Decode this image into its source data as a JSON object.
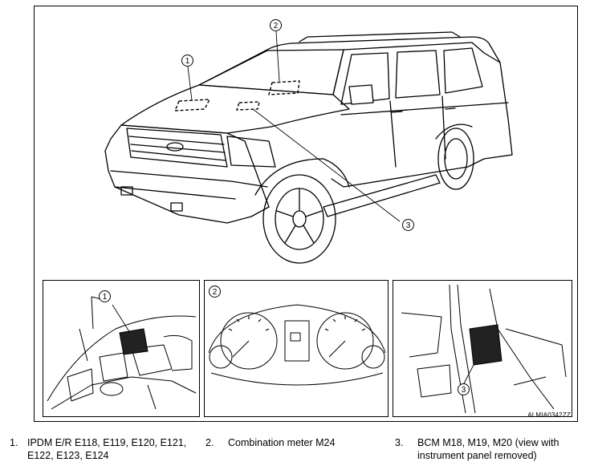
{
  "callouts": {
    "c1": "1",
    "c2": "2",
    "c3": "3",
    "panel1": "1",
    "panel2": "2",
    "panel3": "3"
  },
  "figure_code": "ALMIA0342ZZ",
  "legend": [
    {
      "num": "1.",
      "text": "IPDM E/R E118, E119, E120, E121, E122, E123, E124"
    },
    {
      "num": "2.",
      "text": "Combination meter M24"
    },
    {
      "num": "3.",
      "text": "BCM M18, M19, M20 (view with instrument panel removed)"
    }
  ]
}
